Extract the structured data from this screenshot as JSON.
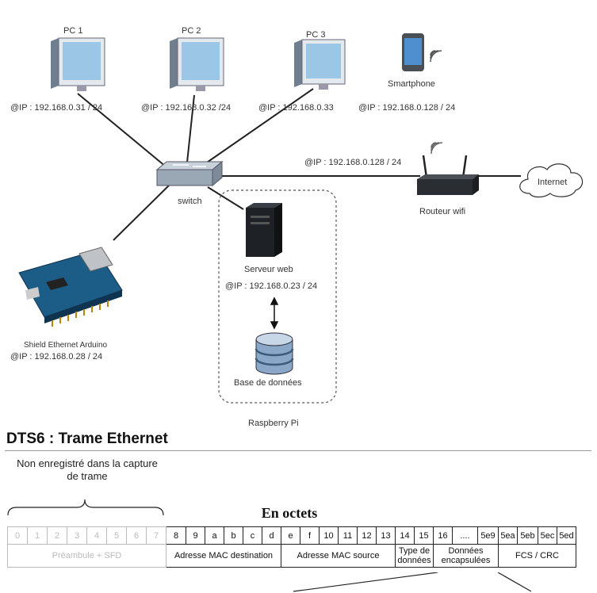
{
  "diagram": {
    "nodes": {
      "pc1": {
        "label": "PC 1",
        "ip": "@IP : 192.168.0.31 / 24"
      },
      "pc2": {
        "label": "PC 2",
        "ip": "@IP : 192.168.0.32 /24"
      },
      "pc3": {
        "label": "PC 3",
        "ip": "@IP : 192.168.0.33"
      },
      "smartphone": {
        "label": "Smartphone",
        "ip": "@IP : 192.168.0.128 / 24"
      },
      "switch": {
        "label": "switch"
      },
      "router": {
        "label": "Routeur wifi",
        "ip": "@IP : 192.168.0.128 / 24"
      },
      "internet": {
        "label": "Internet"
      },
      "webserver": {
        "label": "Serveur web",
        "ip": "@IP : 192.168.0.23 / 24"
      },
      "database": {
        "label": "Base de données"
      },
      "arduino": {
        "label": "Shield Ethernet Arduino",
        "ip": "@IP : 192.168.0.28 / 24"
      },
      "raspberry": {
        "label": "Raspberry Pi"
      }
    }
  },
  "frame": {
    "title": "DTS6 : Trame Ethernet",
    "note": "Non enregistré dans la capture de trame",
    "unit_label": "En octets",
    "preamble_indices": [
      "0",
      "1",
      "2",
      "3",
      "4",
      "5",
      "6",
      "7"
    ],
    "byte_indices": [
      "8",
      "9",
      "a",
      "b",
      "c",
      "d",
      "e",
      "f",
      "10",
      "11",
      "12",
      "13",
      "14",
      "15",
      "16",
      "....",
      "5e9",
      "5ea",
      "5eb",
      "5ec",
      "5ed"
    ],
    "fields": {
      "preamble": "Préambule + SFD",
      "mac_dest": "Adresse MAC destination",
      "mac_src": "Adresse MAC source",
      "type": "Type de données",
      "payload": "Données encapsulées",
      "fcs": "FCS / CRC"
    }
  }
}
